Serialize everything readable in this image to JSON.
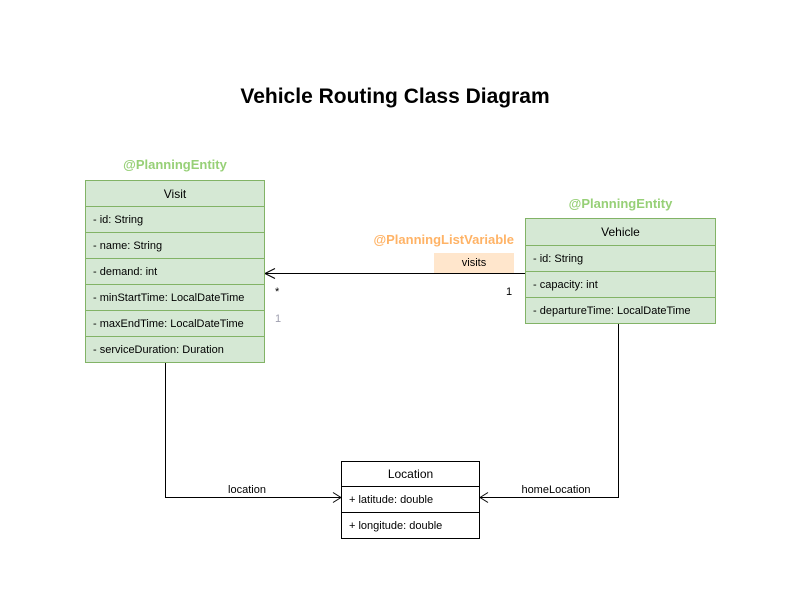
{
  "title": "Vehicle Routing Class Diagram",
  "colors": {
    "green_fill": "#d5e8d4",
    "green_stroke": "#82b366",
    "annotation_green": "#97d077",
    "annotation_orange": "#ffb366",
    "orange_fill": "#ffe6cc"
  },
  "annotations": {
    "visit_planning_entity": "@PlanningEntity",
    "vehicle_planning_entity": "@PlanningEntity",
    "planning_list_variable": "@PlanningListVariable"
  },
  "classes": {
    "visit": {
      "name": "Visit",
      "attributes": [
        "- id: String",
        "- name: String",
        "- demand: int",
        "- minStartTime: LocalDateTime",
        "- maxEndTime: LocalDateTime",
        "- serviceDuration: Duration"
      ]
    },
    "vehicle": {
      "name": "Vehicle",
      "attributes": [
        "- id: String",
        "- capacity: int",
        "- departureTime: LocalDateTime"
      ]
    },
    "location": {
      "name": "Location",
      "attributes": [
        "+ latitude: double",
        "+ longitude: double"
      ]
    }
  },
  "relationships": {
    "visits": {
      "label": "visits",
      "multiplicity_target": "*",
      "multiplicity_source": "1",
      "extra_multiplicity": "1"
    },
    "location": {
      "label": "location"
    },
    "home_location": {
      "label": "homeLocation"
    }
  }
}
